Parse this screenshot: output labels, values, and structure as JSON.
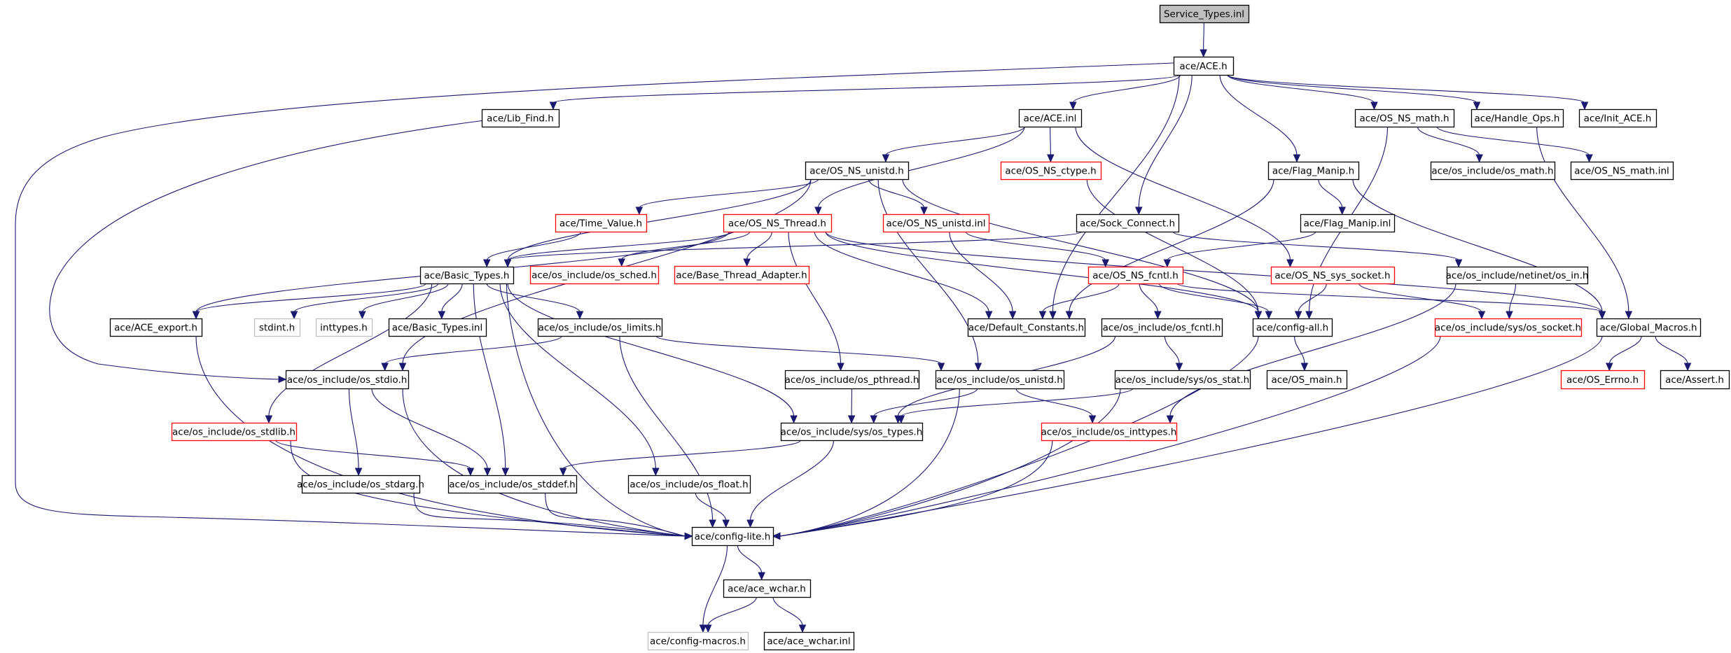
{
  "title": "Service_Types.inl",
  "colors": {
    "edge": "#191970",
    "root_fill": "#bfbfbf",
    "border_documented": "#000000",
    "border_truncated": "#ff0000",
    "border_undocumented": "#bfbfbf"
  },
  "legend_kinds": {
    "root": "file being documented",
    "normal": "documented include",
    "truncated": "include with hidden dependencies",
    "external": "undocumented include"
  },
  "nodes": [
    {
      "id": "service_types_inl",
      "label": "Service_Types.inl",
      "kind": "root"
    },
    {
      "id": "ace_h",
      "label": "ace/ACE.h",
      "kind": "normal"
    },
    {
      "id": "lib_find_h",
      "label": "ace/Lib_Find.h",
      "kind": "normal"
    },
    {
      "id": "ace_inl",
      "label": "ace/ACE.inl",
      "kind": "normal"
    },
    {
      "id": "os_ns_math_h",
      "label": "ace/OS_NS_math.h",
      "kind": "normal"
    },
    {
      "id": "handle_ops_h",
      "label": "ace/Handle_Ops.h",
      "kind": "normal"
    },
    {
      "id": "init_ace_h",
      "label": "ace/Init_ACE.h",
      "kind": "normal"
    },
    {
      "id": "os_ns_unistd_h",
      "label": "ace/OS_NS_unistd.h",
      "kind": "normal"
    },
    {
      "id": "os_ns_ctype_h",
      "label": "ace/OS_NS_ctype.h",
      "kind": "truncated"
    },
    {
      "id": "flag_manip_h",
      "label": "ace/Flag_Manip.h",
      "kind": "normal"
    },
    {
      "id": "os_math_h",
      "label": "ace/os_include/os_math.h",
      "kind": "normal"
    },
    {
      "id": "os_ns_math_inl",
      "label": "ace/OS_NS_math.inl",
      "kind": "normal"
    },
    {
      "id": "time_value_h",
      "label": "ace/Time_Value.h",
      "kind": "truncated"
    },
    {
      "id": "os_ns_thread_h",
      "label": "ace/OS_NS_Thread.h",
      "kind": "truncated"
    },
    {
      "id": "os_ns_unistd_inl",
      "label": "ace/OS_NS_unistd.inl",
      "kind": "truncated"
    },
    {
      "id": "sock_connect_h",
      "label": "ace/Sock_Connect.h",
      "kind": "normal"
    },
    {
      "id": "flag_manip_inl",
      "label": "ace/Flag_Manip.inl",
      "kind": "normal"
    },
    {
      "id": "basic_types_h",
      "label": "ace/Basic_Types.h",
      "kind": "normal"
    },
    {
      "id": "os_sched_h",
      "label": "ace/os_include/os_sched.h",
      "kind": "truncated"
    },
    {
      "id": "base_thread_adapter_h",
      "label": "ace/Base_Thread_Adapter.h",
      "kind": "truncated"
    },
    {
      "id": "os_ns_fcntl_h",
      "label": "ace/OS_NS_fcntl.h",
      "kind": "truncated"
    },
    {
      "id": "os_ns_sys_socket_h",
      "label": "ace/OS_NS_sys_socket.h",
      "kind": "truncated"
    },
    {
      "id": "os_in_h",
      "label": "ace/os_include/netinet/os_in.h",
      "kind": "normal"
    },
    {
      "id": "ace_export_h",
      "label": "ace/ACE_export.h",
      "kind": "normal"
    },
    {
      "id": "stdint_h",
      "label": "stdint.h",
      "kind": "external"
    },
    {
      "id": "inttypes_h",
      "label": "inttypes.h",
      "kind": "external"
    },
    {
      "id": "basic_types_inl",
      "label": "ace/Basic_Types.inl",
      "kind": "normal"
    },
    {
      "id": "os_limits_h",
      "label": "ace/os_include/os_limits.h",
      "kind": "normal"
    },
    {
      "id": "default_constants_h",
      "label": "ace/Default_Constants.h",
      "kind": "normal"
    },
    {
      "id": "os_fcntl_h",
      "label": "ace/os_include/os_fcntl.h",
      "kind": "normal"
    },
    {
      "id": "config_all_h",
      "label": "ace/config-all.h",
      "kind": "normal"
    },
    {
      "id": "os_socket_h",
      "label": "ace/os_include/sys/os_socket.h",
      "kind": "truncated"
    },
    {
      "id": "global_macros_h",
      "label": "ace/Global_Macros.h",
      "kind": "normal"
    },
    {
      "id": "os_stdio_h",
      "label": "ace/os_include/os_stdio.h",
      "kind": "normal"
    },
    {
      "id": "os_pthread_h",
      "label": "ace/os_include/os_pthread.h",
      "kind": "normal"
    },
    {
      "id": "os_unistd_h",
      "label": "ace/os_include/os_unistd.h",
      "kind": "normal"
    },
    {
      "id": "os_stat_h",
      "label": "ace/os_include/sys/os_stat.h",
      "kind": "normal"
    },
    {
      "id": "os_main_h",
      "label": "ace/OS_main.h",
      "kind": "normal"
    },
    {
      "id": "os_errno_h",
      "label": "ace/OS_Errno.h",
      "kind": "truncated"
    },
    {
      "id": "assert_h",
      "label": "ace/Assert.h",
      "kind": "normal"
    },
    {
      "id": "os_stdlib_h",
      "label": "ace/os_include/os_stdlib.h",
      "kind": "truncated"
    },
    {
      "id": "os_types_h",
      "label": "ace/os_include/sys/os_types.h",
      "kind": "normal"
    },
    {
      "id": "os_inttypes_h",
      "label": "ace/os_include/os_inttypes.h",
      "kind": "truncated"
    },
    {
      "id": "os_stdarg_h",
      "label": "ace/os_include/os_stdarg.h",
      "kind": "normal"
    },
    {
      "id": "os_stddef_h",
      "label": "ace/os_include/os_stddef.h",
      "kind": "normal"
    },
    {
      "id": "os_float_h",
      "label": "ace/os_include/os_float.h",
      "kind": "normal"
    },
    {
      "id": "config_lite_h",
      "label": "ace/config-lite.h",
      "kind": "normal"
    },
    {
      "id": "ace_wchar_h",
      "label": "ace/ace_wchar.h",
      "kind": "normal"
    },
    {
      "id": "config_macros_h",
      "label": "ace/config-macros.h",
      "kind": "external"
    },
    {
      "id": "ace_wchar_inl",
      "label": "ace/ace_wchar.inl",
      "kind": "normal"
    }
  ],
  "edges": [
    [
      "service_types_inl",
      "ace_h"
    ],
    [
      "ace_h",
      "lib_find_h"
    ],
    [
      "ace_h",
      "ace_inl"
    ],
    [
      "ace_h",
      "os_ns_math_h"
    ],
    [
      "ace_h",
      "handle_ops_h"
    ],
    [
      "ace_h",
      "init_ace_h"
    ],
    [
      "ace_h",
      "flag_manip_h"
    ],
    [
      "ace_h",
      "sock_connect_h"
    ],
    [
      "ace_h",
      "default_constants_h"
    ],
    [
      "ace_h",
      "config_lite_h"
    ],
    [
      "lib_find_h",
      "os_stdio_h"
    ],
    [
      "ace_inl",
      "os_ns_unistd_h"
    ],
    [
      "ace_inl",
      "os_ns_ctype_h"
    ],
    [
      "ace_inl",
      "os_ns_thread_h"
    ],
    [
      "ace_inl",
      "os_ns_sys_socket_h"
    ],
    [
      "os_ns_math_h",
      "os_math_h"
    ],
    [
      "os_ns_math_h",
      "os_ns_math_inl"
    ],
    [
      "os_ns_math_h",
      "config_all_h"
    ],
    [
      "handle_ops_h",
      "global_macros_h"
    ],
    [
      "os_ns_unistd_h",
      "time_value_h"
    ],
    [
      "os_ns_unistd_h",
      "os_ns_unistd_inl"
    ],
    [
      "os_ns_unistd_h",
      "basic_types_h"
    ],
    [
      "os_ns_unistd_h",
      "os_stdio_h"
    ],
    [
      "os_ns_unistd_h",
      "os_unistd_h"
    ],
    [
      "os_ns_unistd_h",
      "config_all_h"
    ],
    [
      "os_ns_ctype_h",
      "config_all_h"
    ],
    [
      "flag_manip_h",
      "flag_manip_inl"
    ],
    [
      "flag_manip_h",
      "global_macros_h"
    ],
    [
      "flag_manip_h",
      "default_constants_h"
    ],
    [
      "flag_manip_inl",
      "os_ns_fcntl_h"
    ],
    [
      "time_value_h",
      "basic_types_h"
    ],
    [
      "os_ns_thread_h",
      "basic_types_h"
    ],
    [
      "os_ns_thread_h",
      "os_sched_h"
    ],
    [
      "os_ns_thread_h",
      "base_thread_adapter_h"
    ],
    [
      "os_ns_thread_h",
      "ace_export_h"
    ],
    [
      "os_ns_thread_h",
      "default_constants_h"
    ],
    [
      "os_ns_thread_h",
      "os_pthread_h"
    ],
    [
      "os_ns_thread_h",
      "config_all_h"
    ],
    [
      "os_ns_thread_h",
      "global_macros_h"
    ],
    [
      "os_ns_unistd_inl",
      "os_ns_fcntl_h"
    ],
    [
      "os_ns_unistd_inl",
      "default_constants_h"
    ],
    [
      "sock_connect_h",
      "basic_types_h"
    ],
    [
      "sock_connect_h",
      "os_in_h"
    ],
    [
      "basic_types_h",
      "ace_export_h"
    ],
    [
      "basic_types_h",
      "stdint_h"
    ],
    [
      "basic_types_h",
      "inttypes_h"
    ],
    [
      "basic_types_h",
      "basic_types_inl"
    ],
    [
      "basic_types_h",
      "os_limits_h"
    ],
    [
      "basic_types_h",
      "os_stdlib_h"
    ],
    [
      "basic_types_h",
      "os_stddef_h"
    ],
    [
      "basic_types_h",
      "os_float_h"
    ],
    [
      "basic_types_h",
      "os_types_h"
    ],
    [
      "basic_types_h",
      "config_lite_h"
    ],
    [
      "os_ns_fcntl_h",
      "default_constants_h"
    ],
    [
      "os_ns_fcntl_h",
      "os_fcntl_h"
    ],
    [
      "os_ns_fcntl_h",
      "config_all_h"
    ],
    [
      "os_ns_fcntl_h",
      "global_macros_h"
    ],
    [
      "os_ns_sys_socket_h",
      "config_all_h"
    ],
    [
      "os_ns_sys_socket_h",
      "os_socket_h"
    ],
    [
      "os_in_h",
      "os_socket_h"
    ],
    [
      "os_in_h",
      "os_inttypes_h"
    ],
    [
      "ace_export_h",
      "config_lite_h"
    ],
    [
      "os_limits_h",
      "os_stdio_h"
    ],
    [
      "os_limits_h",
      "os_unistd_h"
    ],
    [
      "os_limits_h",
      "config_lite_h"
    ],
    [
      "os_fcntl_h",
      "os_stat_h"
    ],
    [
      "os_fcntl_h",
      "os_types_h"
    ],
    [
      "config_all_h",
      "os_main_h"
    ],
    [
      "config_all_h",
      "config_lite_h"
    ],
    [
      "os_socket_h",
      "config_lite_h"
    ],
    [
      "global_macros_h",
      "os_errno_h"
    ],
    [
      "global_macros_h",
      "assert_h"
    ],
    [
      "global_macros_h",
      "config_lite_h"
    ],
    [
      "os_stdio_h",
      "os_stdarg_h"
    ],
    [
      "os_stdio_h",
      "os_stddef_h"
    ],
    [
      "os_stdio_h",
      "config_lite_h"
    ],
    [
      "os_pthread_h",
      "os_types_h"
    ],
    [
      "os_unistd_h",
      "os_types_h"
    ],
    [
      "os_unistd_h",
      "os_inttypes_h"
    ],
    [
      "os_unistd_h",
      "config_lite_h"
    ],
    [
      "os_stat_h",
      "os_types_h"
    ],
    [
      "os_stat_h",
      "config_lite_h"
    ],
    [
      "os_stdlib_h",
      "os_stddef_h"
    ],
    [
      "os_stdlib_h",
      "config_lite_h"
    ],
    [
      "os_types_h",
      "os_stddef_h"
    ],
    [
      "os_types_h",
      "config_lite_h"
    ],
    [
      "os_inttypes_h",
      "config_lite_h"
    ],
    [
      "os_stdarg_h",
      "config_lite_h"
    ],
    [
      "os_stddef_h",
      "config_lite_h"
    ],
    [
      "os_float_h",
      "config_lite_h"
    ],
    [
      "config_lite_h",
      "ace_wchar_h"
    ],
    [
      "config_lite_h",
      "config_macros_h"
    ],
    [
      "ace_wchar_h",
      "config_macros_h"
    ],
    [
      "ace_wchar_h",
      "ace_wchar_inl"
    ]
  ]
}
